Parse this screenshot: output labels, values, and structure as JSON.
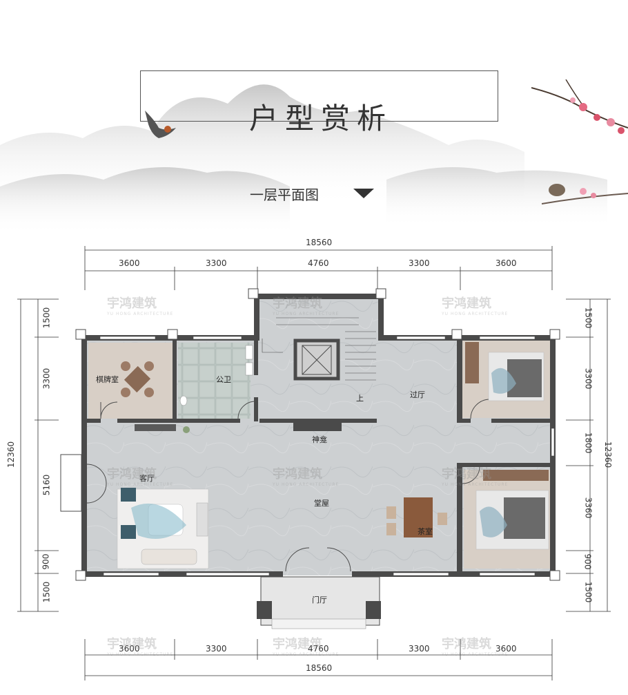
{
  "header": {
    "title": "户型赏析",
    "subtitle": "一层平面图"
  },
  "dimensions": {
    "top_total": "18560",
    "top_segments": [
      "3600",
      "3300",
      "4760",
      "3300",
      "3600"
    ],
    "bottom_total": "18560",
    "bottom_segments": [
      "3600",
      "3300",
      "4760",
      "3300",
      "3600"
    ],
    "left_total": "12360",
    "left_segments": [
      "1500",
      "3300",
      "5160",
      "900",
      "1500"
    ],
    "right_total": "12360",
    "right_segments": [
      "1500",
      "3300",
      "1800",
      "3360",
      "900",
      "1500"
    ]
  },
  "rooms": {
    "chess": "棋牌室",
    "toilet": "公卫",
    "corridor": "过厅",
    "shrine": "神龛",
    "living": "客厅",
    "hall": "堂屋",
    "tea": "茶室",
    "foyer": "门厅",
    "stair_up": "上"
  },
  "watermark": {
    "brand": "宇鸿建筑",
    "sub": "YU HONG ARCHITECTURE"
  },
  "colors": {
    "wall": "#4a4a4a",
    "floor": "#cfd1d3",
    "wood": "#d8cfc6",
    "accent_blossom": "#d9536b"
  }
}
